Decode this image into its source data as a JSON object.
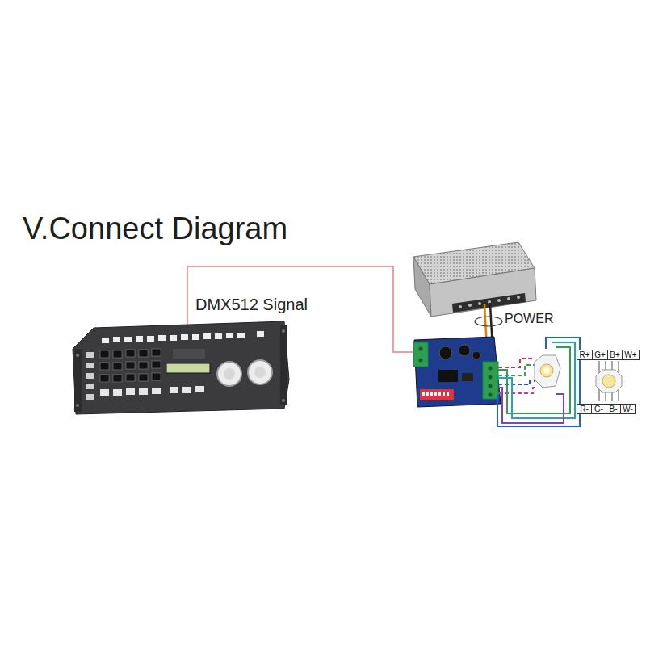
{
  "diagram": {
    "title": "V.Connect Diagram",
    "nodes": [
      {
        "text": [
          "R+"
        ]
      },
      {
        "text": [
          "G+"
        ]
      },
      {
        "text": [
          "B+"
        ]
      },
      {
        "text": [
          "W+"
        ]
      },
      {
        "text": [
          "R-"
        ]
      },
      {
        "text": [
          "G-"
        ]
      },
      {
        "text": [
          "B-"
        ]
      },
      {
        "text": [
          "W-"
        ]
      }
    ],
    "labels": [
      "DMX512 Signal",
      "POWER"
    ]
  }
}
